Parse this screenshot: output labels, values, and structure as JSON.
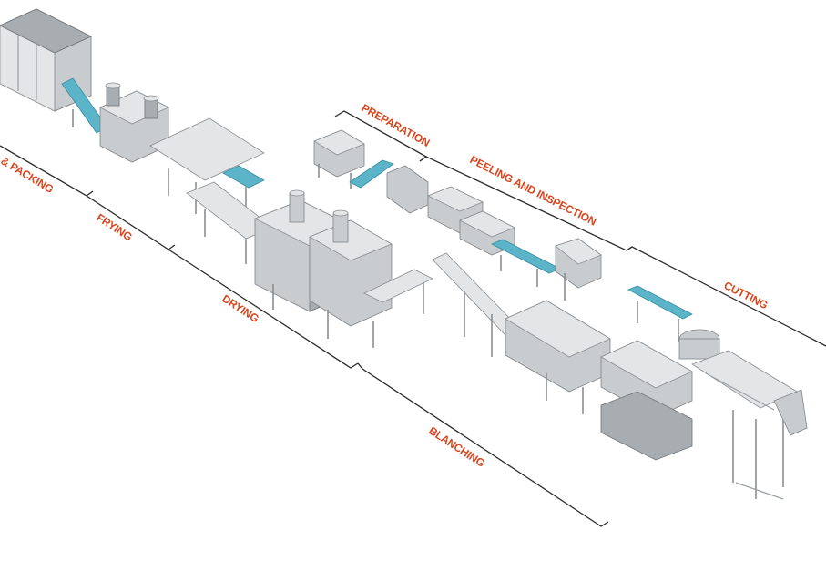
{
  "diagram": {
    "stages": [
      {
        "id": "packing",
        "label": "& PACKING"
      },
      {
        "id": "frying",
        "label": "FRYING"
      },
      {
        "id": "drying",
        "label": "DRYING"
      },
      {
        "id": "blanching",
        "label": "BLANCHING"
      },
      {
        "id": "preparation",
        "label": "PREPARATION"
      },
      {
        "id": "peeling",
        "label": "PEELING AND INSPECTION"
      },
      {
        "id": "cutting",
        "label": "CUTTING"
      }
    ],
    "colors": {
      "label": "#d9461e",
      "line": "#2b2b2b",
      "steel": "#c9ccce",
      "belt": "#5bb4c8"
    }
  }
}
